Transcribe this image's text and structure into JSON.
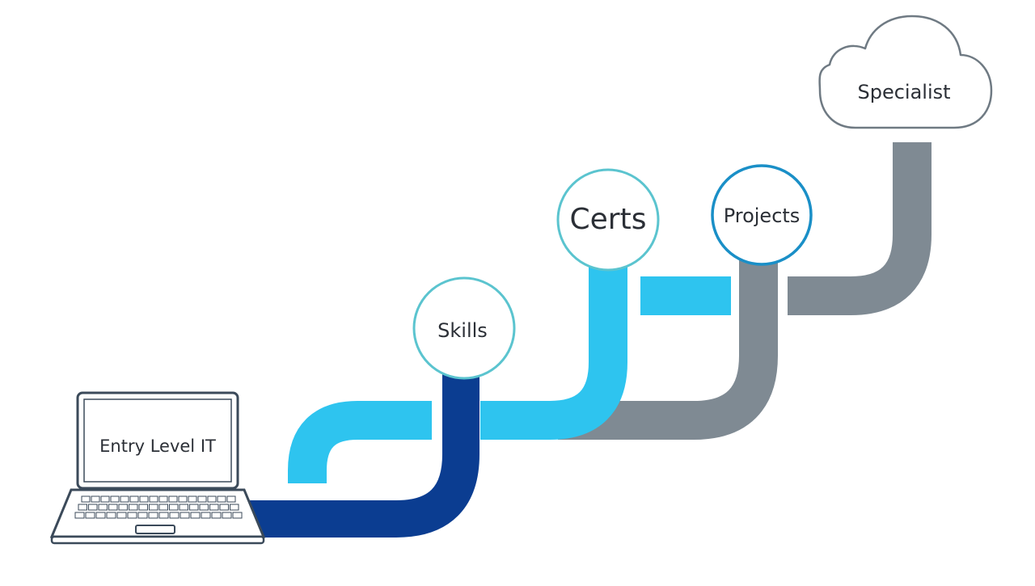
{
  "diagram": {
    "nodes": {
      "laptop": {
        "label": "Entry Level IT",
        "icon": "laptop-icon"
      },
      "skills": {
        "label": "Skills"
      },
      "certs": {
        "label": "Certs"
      },
      "projects": {
        "label": "Projects"
      },
      "specialist": {
        "label": "Specialist",
        "icon": "cloud-icon"
      }
    },
    "colors": {
      "dark_blue": "#0b3d91",
      "light_blue": "#2ec4ef",
      "gray": "#7f8a93",
      "outline": "#3b4a5a",
      "circle_stroke_light": "#5bc4cf",
      "circle_stroke_blue": "#1a8fc7",
      "cloud_stroke": "#6f7a83"
    }
  }
}
